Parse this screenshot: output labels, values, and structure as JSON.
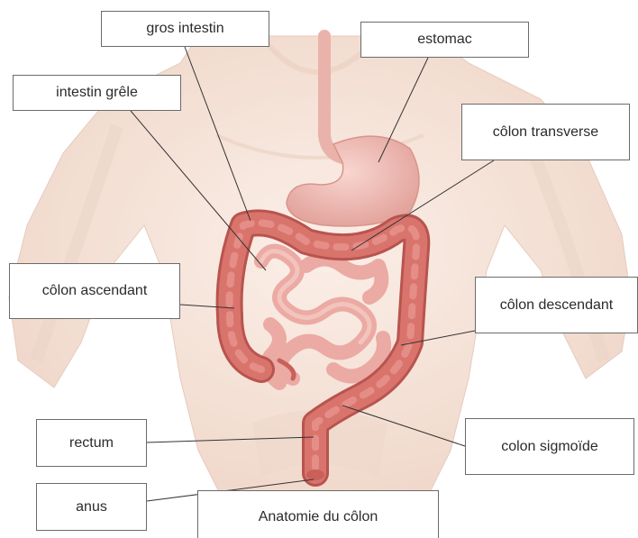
{
  "caption": "Anatomie du côlon",
  "labels": {
    "gros_intestin": "gros intestin",
    "estomac": "estomac",
    "intestin_grele": "intestin grêle",
    "colon_transverse": "côlon transverse",
    "colon_ascendant": "côlon ascendant",
    "colon_descendant": "côlon descendant",
    "rectum": "rectum",
    "colon_sigmoide": "colon sigmoïde",
    "anus": "anus"
  },
  "colors": {
    "skin": "#f6e5da",
    "skin_shadow": "#e9cfc0",
    "colon": "#d9746d",
    "colon_dark": "#b8544f",
    "small_intestine": "#ebaaa3",
    "stomach": "#f2bdb6",
    "leader_line": "#333333"
  }
}
